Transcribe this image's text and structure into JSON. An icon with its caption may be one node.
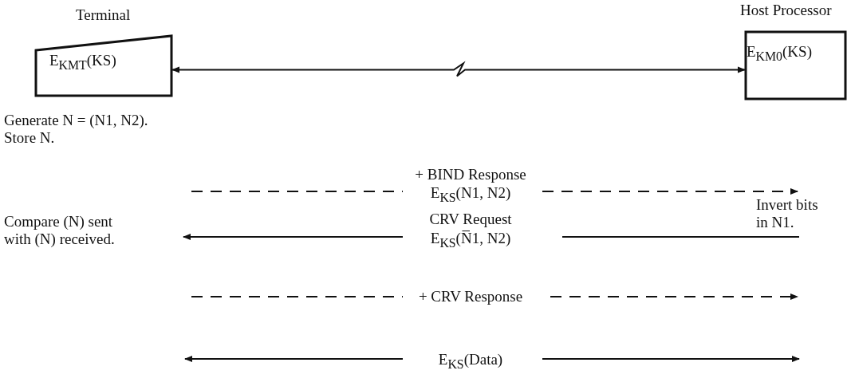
{
  "diagram": {
    "nodes": [
      {
        "text": [
          "Terminal",
          "E$_{KMT}$(KS)"
        ]
      },
      {
        "text": [
          "Host Processor",
          "E$_{KM0}$(KS)"
        ]
      }
    ],
    "edges": [
      {
        "from": 0,
        "to": 1,
        "arrow": "both"
      }
    ],
    "labels": [
      "Generate N = (N1, N2). Store N.",
      "+ BIND Response",
      "E$_{KS}$(N1, N2)",
      "Invert bits in N1.",
      "Compare (N) sent with (N) received.",
      "CRV Request",
      "E$_{KS}$(N̅1, N2)",
      "+ CRV Response",
      "E$_{KS}$(Data)"
    ]
  }
}
